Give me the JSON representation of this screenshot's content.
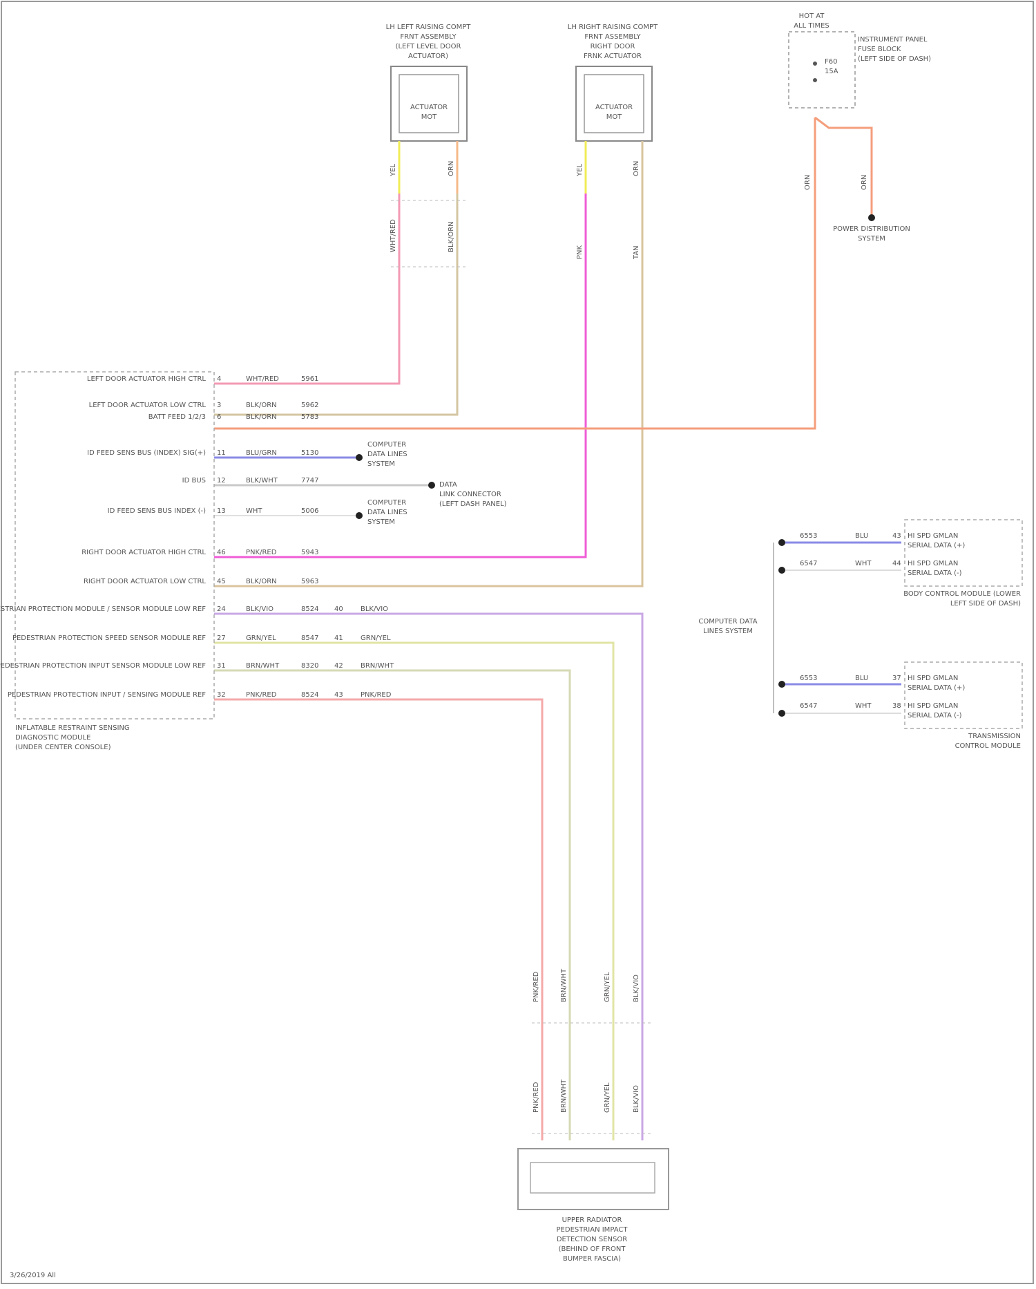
{
  "diagram": {
    "top_components": {
      "left_tensioner": {
        "title": [
          "LH LEFT RAISING COMPT",
          "FRNT ASSEMBLY",
          "(LEFT LEVEL DOOR",
          "ACTUATOR)"
        ],
        "inner": [
          "ACTUATOR",
          "MOT"
        ],
        "circuit_upper": [
          "YEL",
          "ORN"
        ],
        "circuit_lower": [
          "WHT/RED",
          "BLK/ORN"
        ]
      },
      "right_tensioner": {
        "title": [
          "LH RIGHT RAISING COMPT",
          "FRNT ASSEMBLY",
          "RIGHT DOOR",
          "FRNK ACTUATOR"
        ],
        "inner": [
          "ACTUATOR",
          "MOT"
        ],
        "circuit_upper": [
          "YEL",
          "ORN"
        ],
        "circuit_lower": [
          "PNK",
          "TAN"
        ]
      },
      "fuse_block": {
        "title": [
          "HOT AT",
          "ALL TIMES"
        ],
        "fuse": [
          "F60",
          "15A"
        ],
        "side_label": [
          "INSTRUMENT PANEL",
          "FUSE BLOCK",
          "(LEFT SIDE OF DASH)"
        ],
        "wire": "ORN",
        "ground_label": [
          "POWER DISTRIBUTION",
          "SYSTEM"
        ]
      }
    },
    "module": {
      "name": [
        "INFLATABLE RESTRAINT SENSING",
        "DIAGNOSTIC MODULE",
        "(UNDER CENTER CONSOLE)"
      ],
      "pins": [
        {
          "label": "LEFT DOOR ACTUATOR HIGH CTRL",
          "pin": "4",
          "color": "WHT/RED",
          "ckt": "5961"
        },
        {
          "label": "LEFT DOOR ACTUATOR LOW CTRL",
          "pin": "3",
          "color": "BLK/ORN",
          "ckt": "5962"
        },
        {
          "label": "BATT FEED 1/2/3",
          "pin": "6",
          "color": "BLK/ORN",
          "ckt": "5783"
        },
        {
          "label": "ID FEED SENS BUS (INDEX) SIG(+)",
          "pin": "11",
          "color": "BLU/GRN",
          "ckt": "5130"
        },
        {
          "label": "ID BUS",
          "pin": "12",
          "color": "BLK/WHT",
          "ckt": "7747"
        },
        {
          "label": "ID FEED SENS BUS INDEX (-)",
          "pin": "13",
          "color": "WHT",
          "ckt": "5006"
        },
        {
          "label": "RIGHT DOOR ACTUATOR HIGH CTRL",
          "pin": "46",
          "color": "PNK/RED",
          "ckt": "5943"
        },
        {
          "label": "RIGHT DOOR ACTUATOR LOW CTRL",
          "pin": "45",
          "color": "BLK/ORN",
          "ckt": "5963"
        },
        {
          "label": "PEDESTRIAN PROTECTION MODULE / SENSOR MODULE LOW REF",
          "pin": "24",
          "color": "BLK/VIO",
          "ckt": "8524",
          "far_pin": "40",
          "far_color": "BLK/VIO"
        },
        {
          "label": "PEDESTRIAN PROTECTION SPEED SENSOR MODULE REF",
          "pin": "27",
          "color": "GRN/YEL",
          "ckt": "8547",
          "far_pin": "41",
          "far_color": "GRN/YEL"
        },
        {
          "label": "PEDESTRIAN PROTECTION INPUT SENSOR MODULE LOW REF",
          "pin": "31",
          "color": "BRN/WHT",
          "ckt": "8320",
          "far_pin": "42",
          "far_color": "BRN/WHT"
        },
        {
          "label": "PEDESTRIAN PROTECTION INPUT / SENSING MODULE REF",
          "pin": "32",
          "color": "PNK/RED",
          "ckt": "8524",
          "far_pin": "43",
          "far_color": "PNK/RED"
        }
      ],
      "connection_labels": [
        [
          "COMPUTER",
          "DATA LINES",
          "SYSTEM"
        ],
        [
          "DATA",
          "LINK CONNECTOR",
          "(LEFT DASH PANEL)"
        ],
        [
          "COMPUTER",
          "DATA LINES",
          "SYSTEM"
        ]
      ]
    },
    "right_section": {
      "side_label": [
        "COMPUTER DATA",
        "LINES SYSTEM"
      ],
      "upper_block": {
        "wires": [
          {
            "ckt": "6553",
            "color": "BLU",
            "pin": "43"
          },
          {
            "ckt": "6547",
            "color": "WHT",
            "pin": "44"
          }
        ],
        "pins": [
          "HI SPD GMLAN",
          "SERIAL DATA (+)",
          "HI SPD GMLAN",
          "SERIAL DATA (-)"
        ],
        "name": [
          "BODY CONTROL MODULE (LOWER",
          "LEFT SIDE OF DASH)"
        ]
      },
      "lower_block": {
        "wires": [
          {
            "ckt": "6553",
            "color": "BLU",
            "pin": "37"
          },
          {
            "ckt": "6547",
            "color": "WHT",
            "pin": "38"
          }
        ],
        "pins": [
          "HI SPD GMLAN",
          "SERIAL DATA (+)",
          "HI SPD GMLAN",
          "SERIAL DATA (-)"
        ],
        "name": [
          "TRANSMISSION",
          "CONTROL MODULE"
        ]
      }
    },
    "bottom_component": {
      "name": [
        "UPPER RADIATOR",
        "PEDESTRIAN IMPACT",
        "DETECTION SENSOR",
        "(BEHIND OF FRONT",
        "BUMPER FASCIA)"
      ],
      "wire_labels": [
        "PNK/RED",
        "BRN/WHT",
        "GRN/YEL",
        "BLK/VIO"
      ]
    },
    "footer_id": "3/26/2019 All"
  }
}
